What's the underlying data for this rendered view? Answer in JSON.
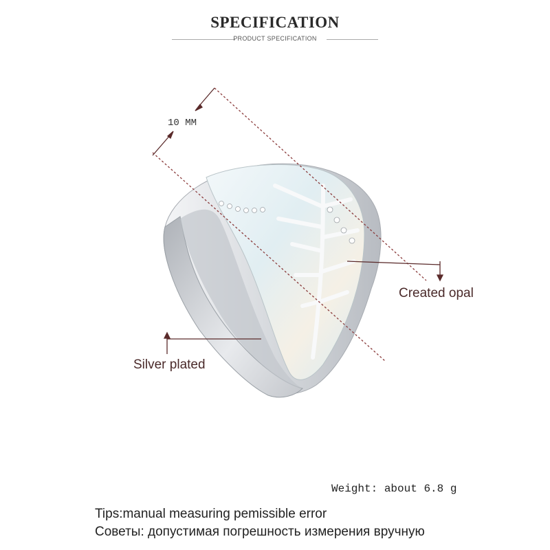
{
  "header": {
    "title": "SPECIFICATION",
    "subtitle": "PRODUCT SPECIFICATION"
  },
  "annotations": {
    "dimension": "10 MM",
    "stone": "Created opal",
    "metal": "Silver plated"
  },
  "weight": {
    "label": "Weight:",
    "value": "about  6.8  g"
  },
  "tips": {
    "english": "Tips:manual measuring pemissible error",
    "russian": "Советы: допустимая погрешность измерения вручную"
  },
  "colors": {
    "dashed_line": "#8a3a3a",
    "arrow": "#5a2a2a",
    "silver": "#cfd2d6",
    "opal": "#e6f1f4"
  }
}
